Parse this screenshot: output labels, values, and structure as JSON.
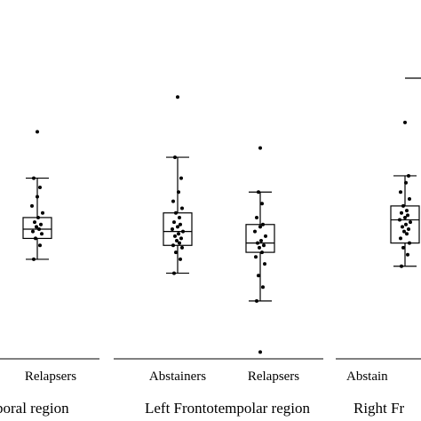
{
  "chart_data": {
    "type": "boxplot",
    "title": "",
    "xlabel": "",
    "ylabel": "",
    "ylim": [
      0,
      100
    ],
    "grid": false,
    "colors": {
      "line": "#000000",
      "box_fill": "#ffffff",
      "points": "#000000"
    },
    "regions": [
      {
        "name": "poral region",
        "subgroups": [
          "Relapsers"
        ]
      },
      {
        "name": "Left Frontotempolar region",
        "subgroups": [
          "Abstainers",
          "Relapsers"
        ]
      },
      {
        "name": "Right Fr",
        "subgroups": [
          "Abstain"
        ]
      }
    ],
    "boxes": [
      {
        "region": "poral region",
        "group": "Relapsers",
        "whisker_low": 28,
        "q1": 37,
        "median": 41,
        "q3": 46,
        "whisker_high": 63,
        "outliers": [
          83
        ],
        "points": [
          28,
          34,
          37,
          39,
          40,
          41,
          42,
          43,
          44,
          46,
          48,
          51,
          55,
          59,
          63
        ]
      },
      {
        "region": "Left Frontotempolar region",
        "group": "Abstainers",
        "whisker_low": 22,
        "q1": 34,
        "median": 40,
        "q3": 48,
        "whisker_high": 72,
        "outliers": [
          98
        ],
        "points": [
          22,
          28,
          31,
          33,
          34,
          35,
          36,
          37,
          38,
          39,
          40,
          41,
          42,
          43,
          44,
          46,
          48,
          50,
          53,
          57,
          63,
          72
        ]
      },
      {
        "region": "Left Frontotempolar region",
        "group": "Relapsers",
        "whisker_low": 10,
        "q1": 31,
        "median": 35,
        "q3": 43,
        "whisker_high": 57,
        "outliers": [
          -12,
          76
        ],
        "points": [
          10,
          16,
          21,
          26,
          29,
          31,
          33,
          34,
          35,
          36,
          38,
          40,
          42,
          43,
          46,
          52,
          57
        ]
      },
      {
        "region": "Right Fr",
        "group": "Abstain",
        "whisker_low": 25,
        "q1": 35,
        "median": 45,
        "q3": 51,
        "whisker_high": 64,
        "outliers": [
          87
        ],
        "points": [
          25,
          30,
          33,
          35,
          37,
          39,
          40,
          41,
          42,
          43,
          44,
          45,
          46,
          47,
          48,
          49,
          51,
          54,
          57,
          61,
          64
        ]
      }
    ]
  }
}
